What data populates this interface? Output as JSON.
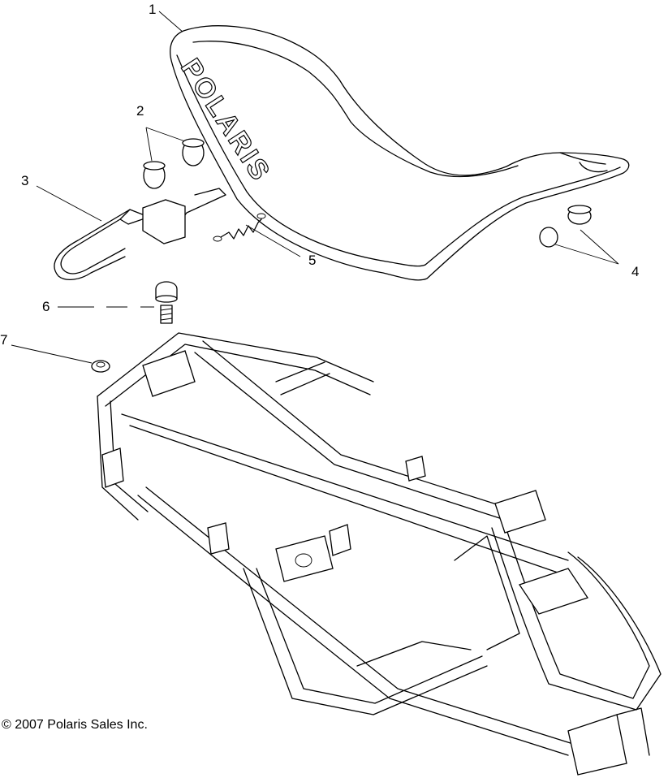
{
  "callouts": [
    "1",
    "2",
    "3",
    "4",
    "5",
    "6",
    "7"
  ],
  "seat_logo": "POLARIS",
  "copyright": "© 2007 Polaris Sales Inc."
}
